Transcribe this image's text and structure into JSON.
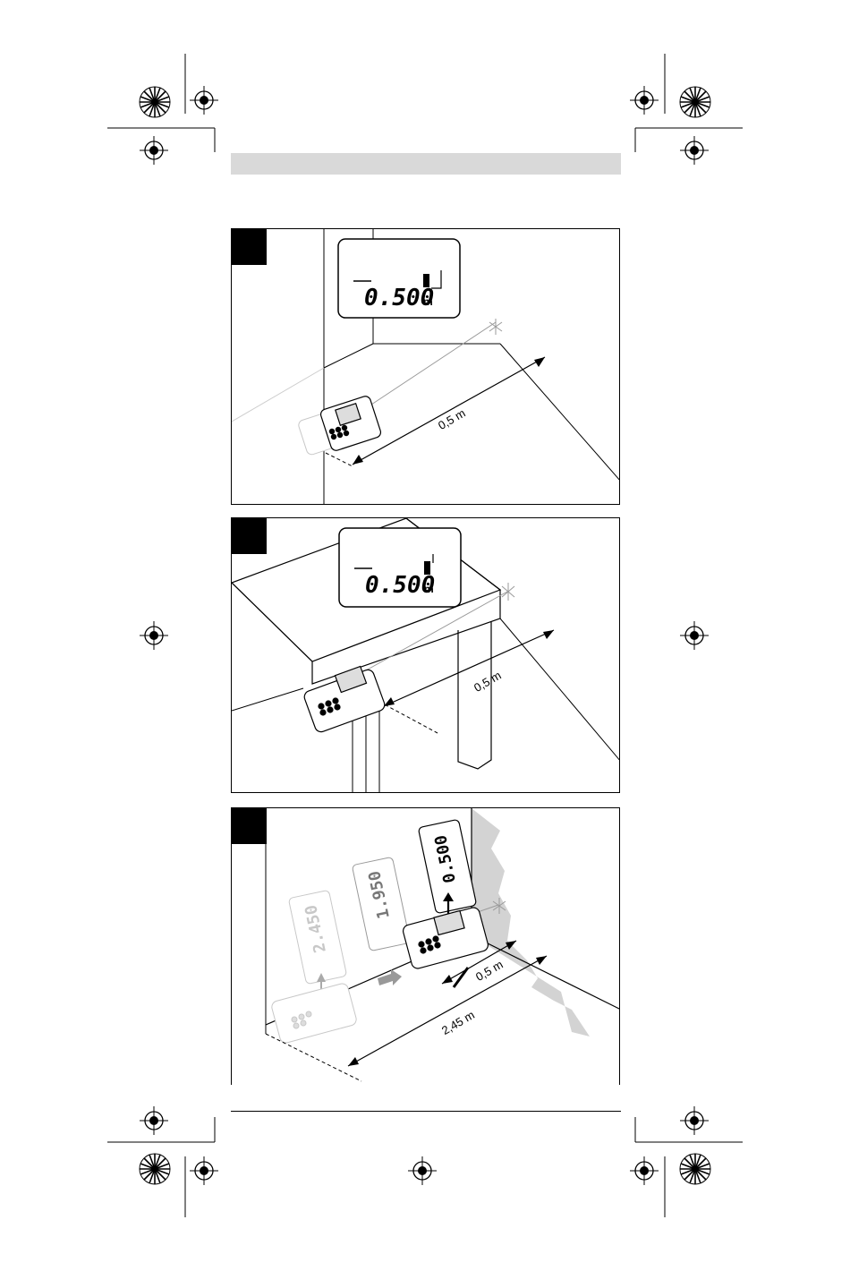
{
  "panels": [
    {
      "id": "figure-top",
      "display": {
        "value": "0.500",
        "unit": "m"
      },
      "dimension_label": "0,5 m"
    },
    {
      "id": "figure-middle",
      "display": {
        "value": "0.500",
        "unit": "m"
      },
      "dimension_label": "0,5 m"
    },
    {
      "id": "figure-bottom",
      "displays": [
        {
          "value": "2.450",
          "unit": "m"
        },
        {
          "value": "1.950",
          "unit": "m"
        },
        {
          "value": "0.500",
          "unit": "m"
        }
      ],
      "dimension_labels": {
        "short": "0,5 m",
        "long": "2,45 m"
      }
    }
  ],
  "colors": {
    "ink": "#000000",
    "header_bar": "#d9d9d9",
    "ghost": "#c8c8c8",
    "wall_shade": "#d3d3d3"
  },
  "icons": [
    "registration-mark-icon",
    "color-wheel-icon",
    "laser-dot-icon",
    "arrow-right-icon"
  ]
}
